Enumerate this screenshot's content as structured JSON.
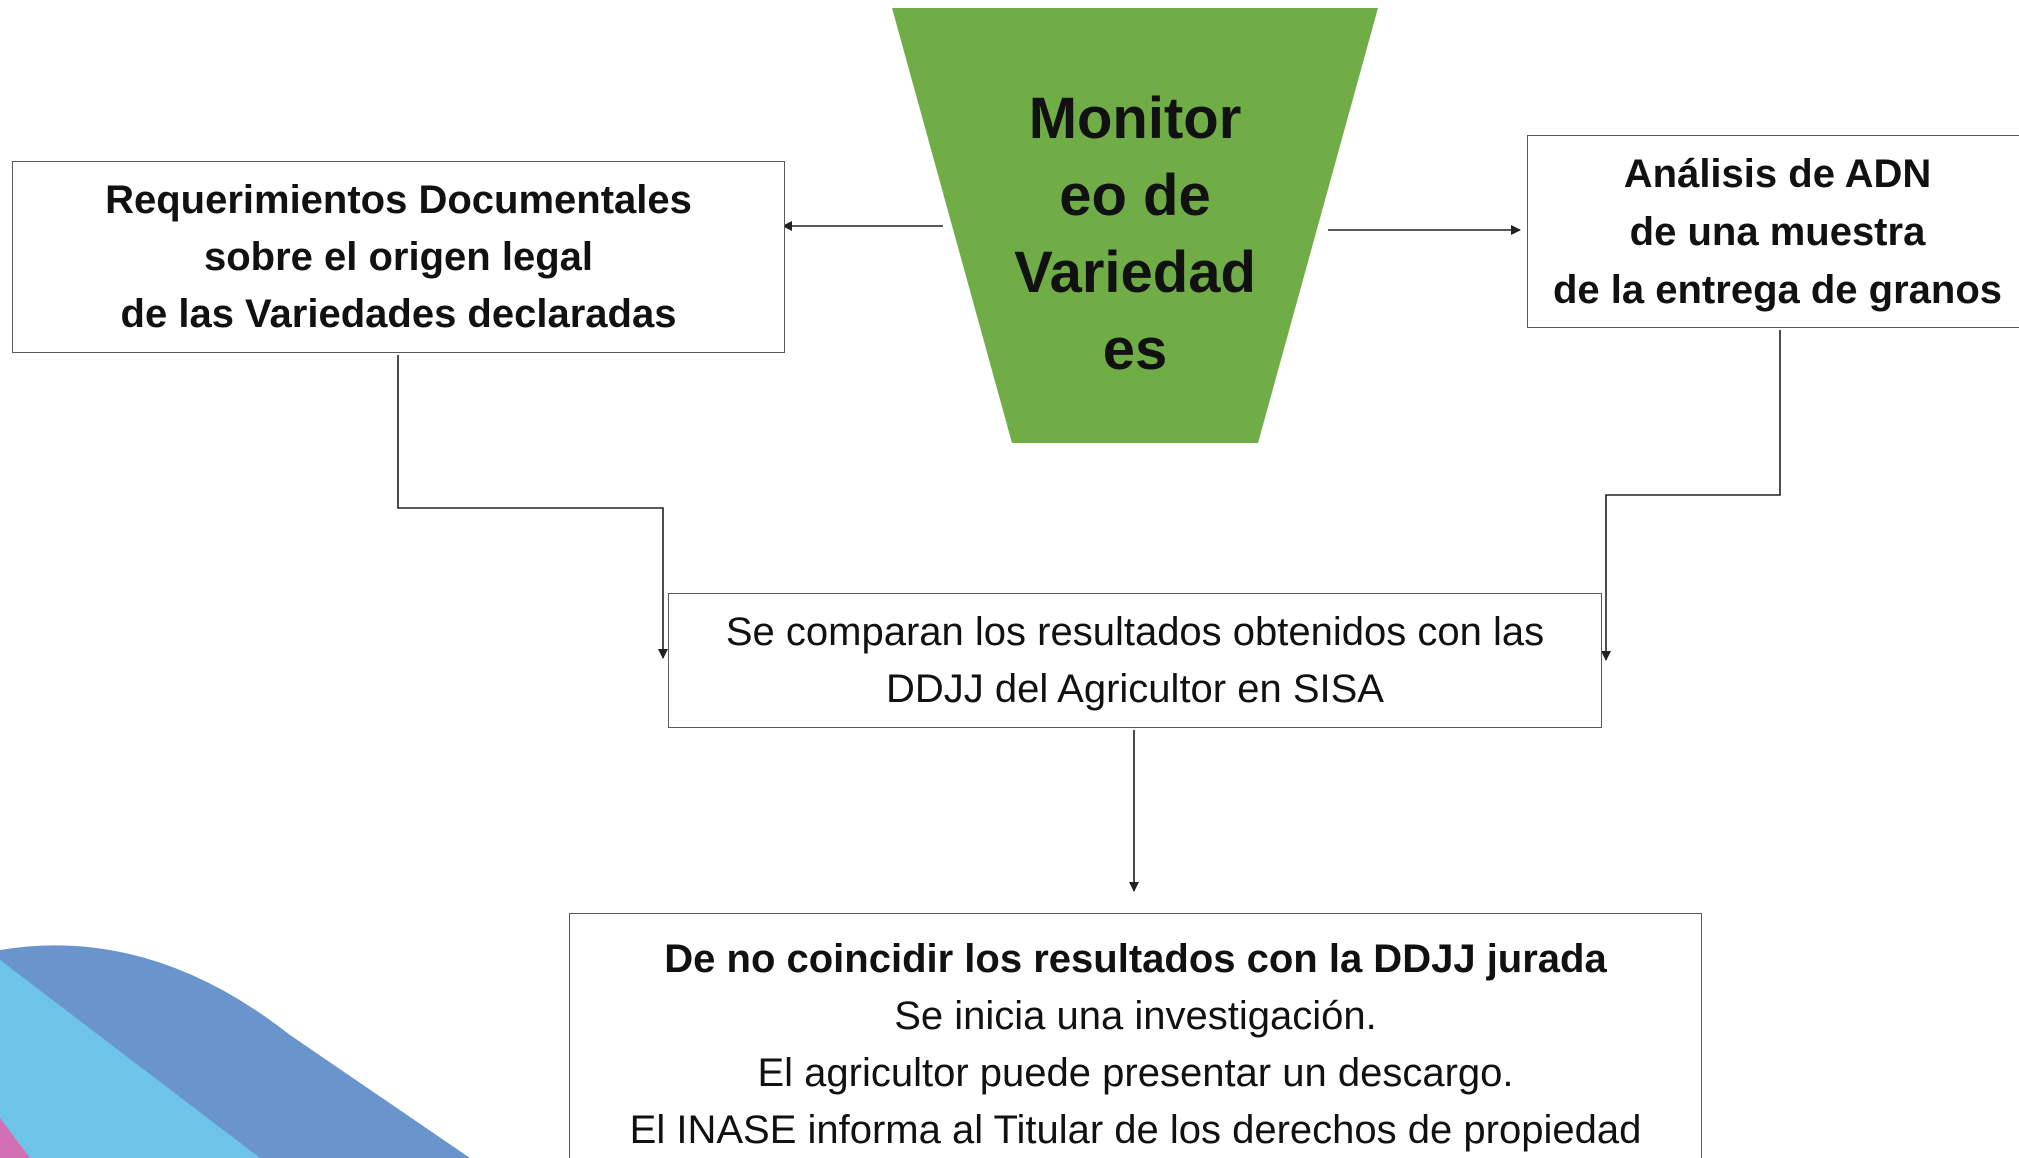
{
  "colors": {
    "funnel": "#70ad47",
    "connector": "#222222",
    "deco_blue": "#6a95cc",
    "deco_light_blue": "#6ec4e8",
    "deco_pink": "#d36fb3"
  },
  "funnel": {
    "lines": [
      "Monitor",
      "eo de",
      "Variedad",
      "es"
    ]
  },
  "doc_box": {
    "lines": [
      "Requerimientos Documentales",
      "sobre el origen legal",
      "de las Variedades declaradas"
    ]
  },
  "adn_box": {
    "lines": [
      "Análisis de ADN",
      "de una muestra",
      "de la entrega de granos"
    ]
  },
  "compare_box": {
    "lines": [
      "Se comparan los resultados obtenidos con las",
      "DDJJ del Agricultor en SISA"
    ]
  },
  "result_box": {
    "heading": "De no coincidir los resultados con la DDJJ jurada",
    "lines": [
      "Se inicia una investigación.",
      "El agricultor puede presentar un descargo.",
      "El INASE informa al Titular de los derechos de propiedad"
    ]
  }
}
